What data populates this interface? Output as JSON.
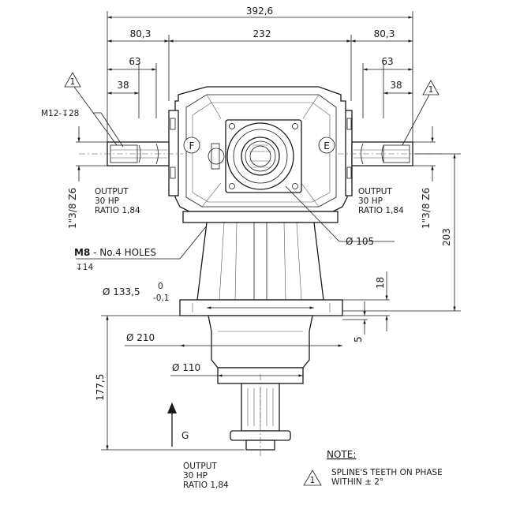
{
  "dimensions": {
    "overall_width": "392,6",
    "left_offset": "80,3",
    "center_span": "232",
    "right_offset": "80,3",
    "left_shaft_63": "63",
    "right_shaft_63": "63",
    "left_shaft_38": "38",
    "right_shaft_38": "38",
    "thread_callout": "M12-↧28",
    "left_spline": "1\"3/8 Z6",
    "right_spline": "1\"3/8 Z6",
    "height_203": "203",
    "bore_105": "Ø 105",
    "flange_1335": "Ø  133,5",
    "tol_upper": "0",
    "tol_lower": "-0,1",
    "dim_18": "18",
    "dim_5": "5",
    "flange_210": "Ø  210",
    "hub_110": "Ø  110",
    "height_1775": "177,5"
  },
  "holes_note": {
    "size": "M8",
    "count": " - No.4 HOLES",
    "depth": "↧14"
  },
  "left_output": {
    "line1": "OUTPUT",
    "line2": "30 HP",
    "line3": "RATIO 1,84"
  },
  "right_output": {
    "line1": "OUTPUT",
    "line2": "30 HP",
    "line3": "RATIO 1,84"
  },
  "bottom_output": {
    "line1": "OUTPUT",
    "line2": "30 HP",
    "line3": "RATIO 1,84"
  },
  "labels": {
    "face_f": "F",
    "face_e": "E",
    "input_g": "G",
    "note_marker": "1"
  },
  "note": {
    "title": "NOTE:",
    "line1": "SPLINE'S TEETH ON PHASE",
    "line2": "WITHIN ± 2°"
  }
}
